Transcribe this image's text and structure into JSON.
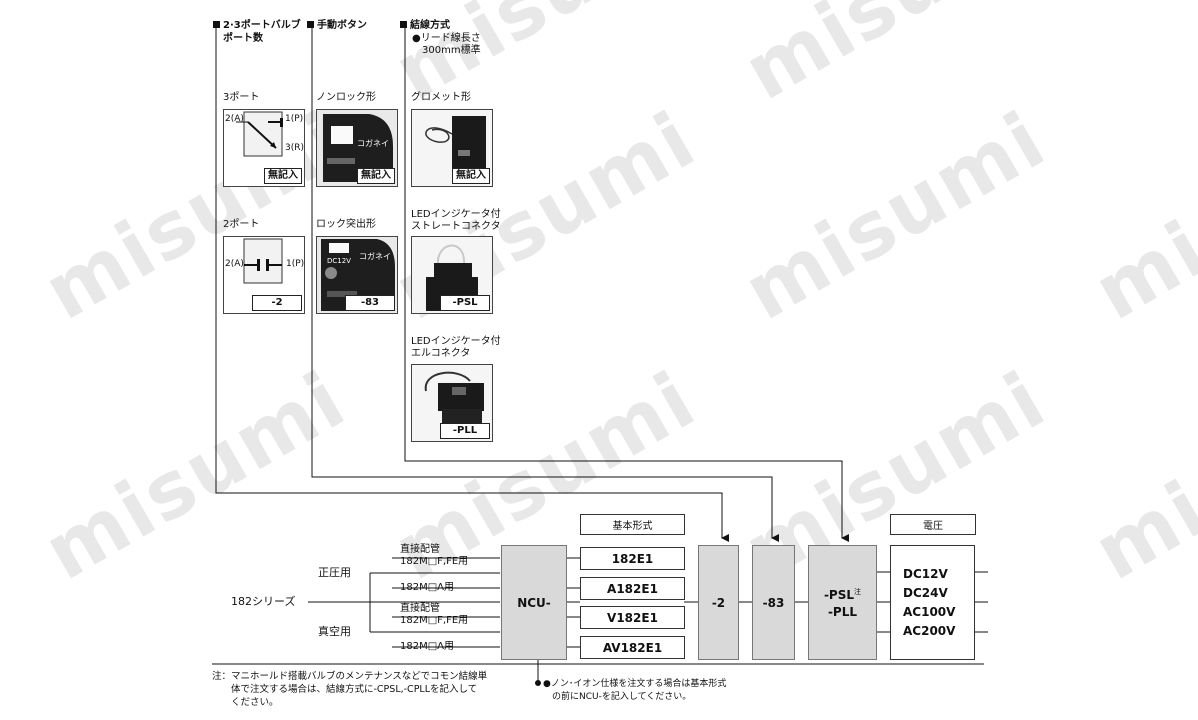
{
  "watermark": "misumi",
  "categories": {
    "port": {
      "title_line1": "2·3ポートバルブ",
      "title_line2": "ポート数"
    },
    "manual": {
      "title": "手動ボタン"
    },
    "wiring": {
      "title": "結線方式",
      "note_line1": "●リード線長さ",
      "note_line2": "300mm標準"
    }
  },
  "options": {
    "port3": {
      "label": "3ポート",
      "code": "無記入",
      "p2": "2(A)",
      "p1": "1(P)",
      "p3": "3(R)"
    },
    "port2": {
      "label": "2ポート",
      "code": "-2",
      "p2": "2(A)",
      "p1": "1(P)"
    },
    "nonlock": {
      "label": "ノンロック形",
      "code": "無記入",
      "brand": "コガネイ"
    },
    "lock": {
      "label": "ロック突出形",
      "code": "-83",
      "brand": "コガネイ",
      "volt": "DC12V"
    },
    "grommet": {
      "label": "グロメット形",
      "code": "無記入"
    },
    "psl": {
      "label_line1": "LEDインジケータ付",
      "label_line2": "ストレートコネクタ",
      "code": "-PSL"
    },
    "pll": {
      "label_line1": "LEDインジケータ付",
      "label_line2": "エルコネクタ",
      "code": "-PLL"
    }
  },
  "model": {
    "series": "182シリーズ",
    "pressure": "正圧用",
    "vacuum": "真空用",
    "direct1_line1": "直接配管",
    "direct1_line2": "182M□F,FE用",
    "mfold1": "182M□A用",
    "direct2_line1": "直接配管",
    "direct2_line2": "182M□F,FE用",
    "mfold2": "182M□A用",
    "prefix": "NCU-",
    "basic_header": "基本形式",
    "basic_models": [
      "182E1",
      "A182E1",
      "V182E1",
      "AV182E1"
    ],
    "port_code": "-2",
    "manual_code": "-83",
    "wiring_code_1": "-PSL",
    "wiring_note_mark": "注",
    "wiring_code_2": "-PLL",
    "voltage_header": "電圧",
    "voltages": [
      "DC12V",
      "DC24V",
      "AC100V",
      "AC200V"
    ]
  },
  "notes": {
    "main_line1": "注：マニホールド搭載バルブのメンテナンスなどでコモン結線単",
    "main_line2": "　　体で注文する場合は、結線方式に-CPSL,-CPLLを記入して",
    "main_line3": "　　ください。",
    "ncu_line1": "●ノン･イオン仕様を注文する場合は基本形式",
    "ncu_line2": "　の前にNCU-を記入してください。"
  }
}
